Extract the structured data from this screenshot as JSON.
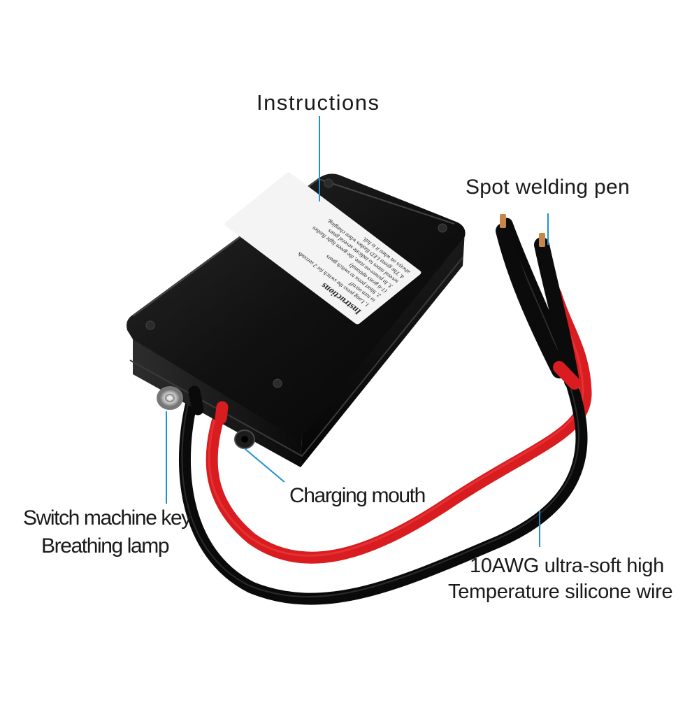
{
  "labels": {
    "instructions": "Instructions",
    "spot_welding_pen": "Spot welding pen",
    "charging_mouth": "Charging mouth",
    "switch_key": "Switch machine key",
    "breathing_lamp": "Breathing lamp",
    "wire_line1": "10AWG ultra-soft high",
    "wire_line2": "Temperature silicone wire"
  },
  "sticker": {
    "title": "Instructions",
    "lines": [
      "1. Long press the switch for 2 seconds",
      "to turn on/off",
      "2. Short press to switch gears",
      "(1-6 gears optional)",
      "3. In power-on state, the green light flashes",
      "several times to indicate several gears",
      "4. The green LED flashes when charging,",
      "always on when it is full."
    ]
  },
  "colors": {
    "callout_line": "#1e8fd8",
    "box_body": "#0c0c0c",
    "wire_red": "#d81c1f",
    "wire_black": "#0a0a0a",
    "sticker": "#f4f4f4"
  }
}
